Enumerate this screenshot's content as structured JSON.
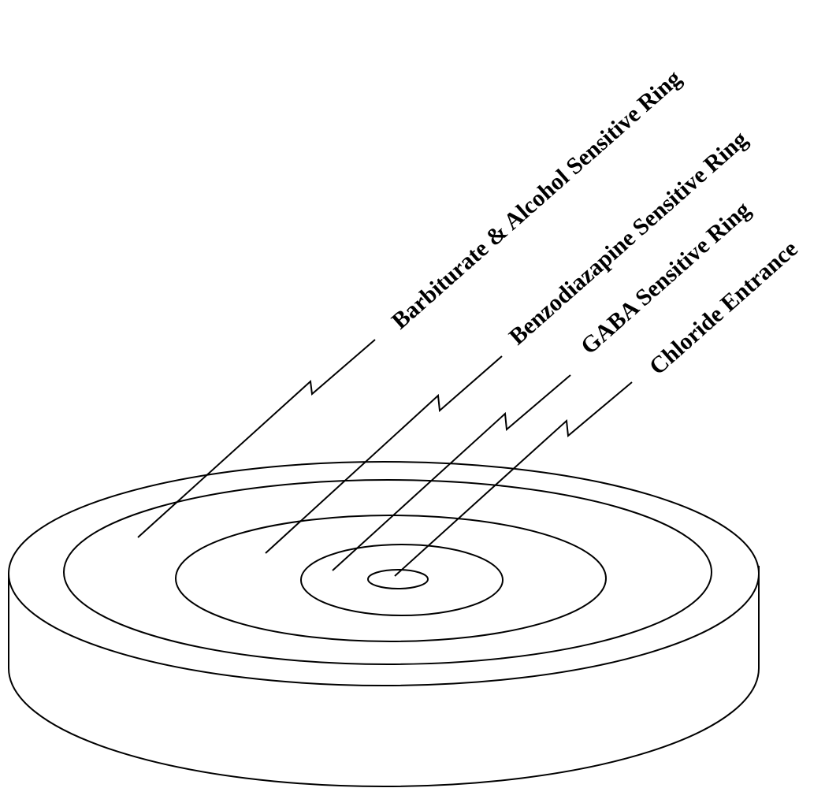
{
  "labels": {
    "barbiturate_ring": "Barbiturate & Alcohol Sensitive Ring",
    "benzodiazapine_ring": "Benzodiazapine Sensitive Ring",
    "gaba_ring": "GABA Sensitive Ring",
    "chloride_entrance": "Chloride Entrance"
  },
  "colors": {
    "line": "#000000",
    "background": "#ffffff"
  }
}
